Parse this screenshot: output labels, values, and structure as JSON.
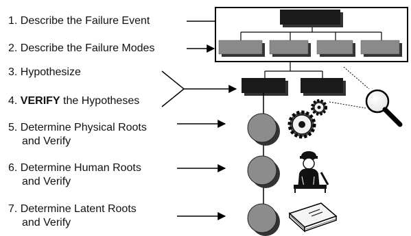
{
  "steps": [
    {
      "num": "1.",
      "text": "Describe the Failure Event"
    },
    {
      "num": "2.",
      "text": "Describe the Failure Modes"
    },
    {
      "num": "3.",
      "text": "Hypothesize"
    },
    {
      "num": "4.",
      "bold": "VERIFY",
      "text": "the Hypotheses"
    },
    {
      "num": "5.",
      "text": "Determine Physical Roots",
      "sub": "and Verify"
    },
    {
      "num": "6.",
      "text": "Determine Human Roots",
      "sub": "and Verify"
    },
    {
      "num": "7.",
      "text": "Determine Latent Roots",
      "sub": "and Verify"
    }
  ],
  "icons": {
    "magnifier": "magnifying-glass-icon",
    "gears": "gears-icon",
    "worker": "worker-icon",
    "book": "book-icon"
  },
  "colors": {
    "dark_box": "#1a1a1a",
    "gray_box": "#8a8a8a",
    "node": "#8c8c8c",
    "shadow": "#333333",
    "line": "#000000"
  }
}
